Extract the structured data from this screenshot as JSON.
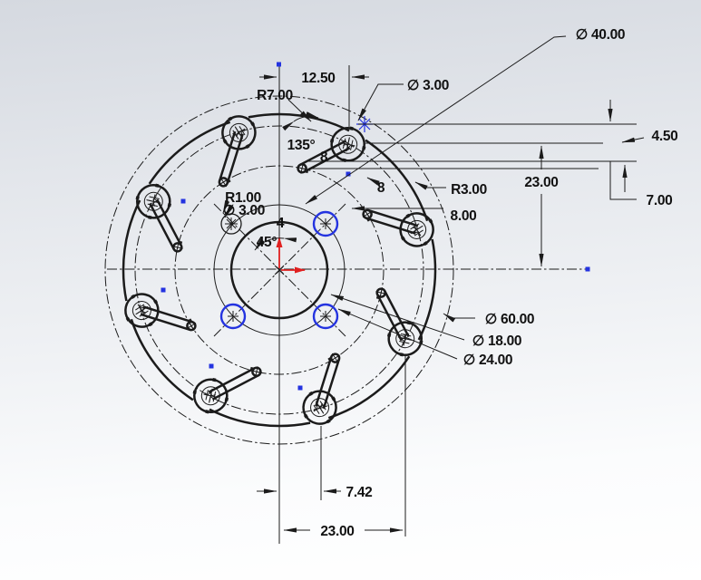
{
  "app": {
    "description": "SolidWorks-style 2D sketch of a circular impeller plate with 8 keyhole slots",
    "slot_count": 8,
    "selected_point_count": 3
  },
  "dims": {
    "dia40": "∅ 40.00",
    "dia3_top": "∅ 3.00",
    "len_1250": "12.50",
    "rad_700": "R7.00",
    "ang_135": "135°",
    "count_8a": "8",
    "count_8b": "8",
    "rad_300": "R3.00",
    "len_800": "8.00",
    "len_450": "4.50",
    "len_2300_right": "23.00",
    "len_700": "7.00",
    "rad_100": "R1.00",
    "dia3_left": "∅ 3.00",
    "count_4": "4",
    "ang_45": "45°",
    "dia60": "∅ 60.00",
    "dia18": "∅ 18.00",
    "dia24": "∅ 24.00",
    "len_742": "7.42",
    "len_2300_bottom": "23.00"
  },
  "colors": {
    "line": "#1b1b1b",
    "selection_blue": "#2433e0",
    "origin_red": "#e02020",
    "background_top": "#d5d9e0",
    "background_bottom": "#ffffff"
  }
}
